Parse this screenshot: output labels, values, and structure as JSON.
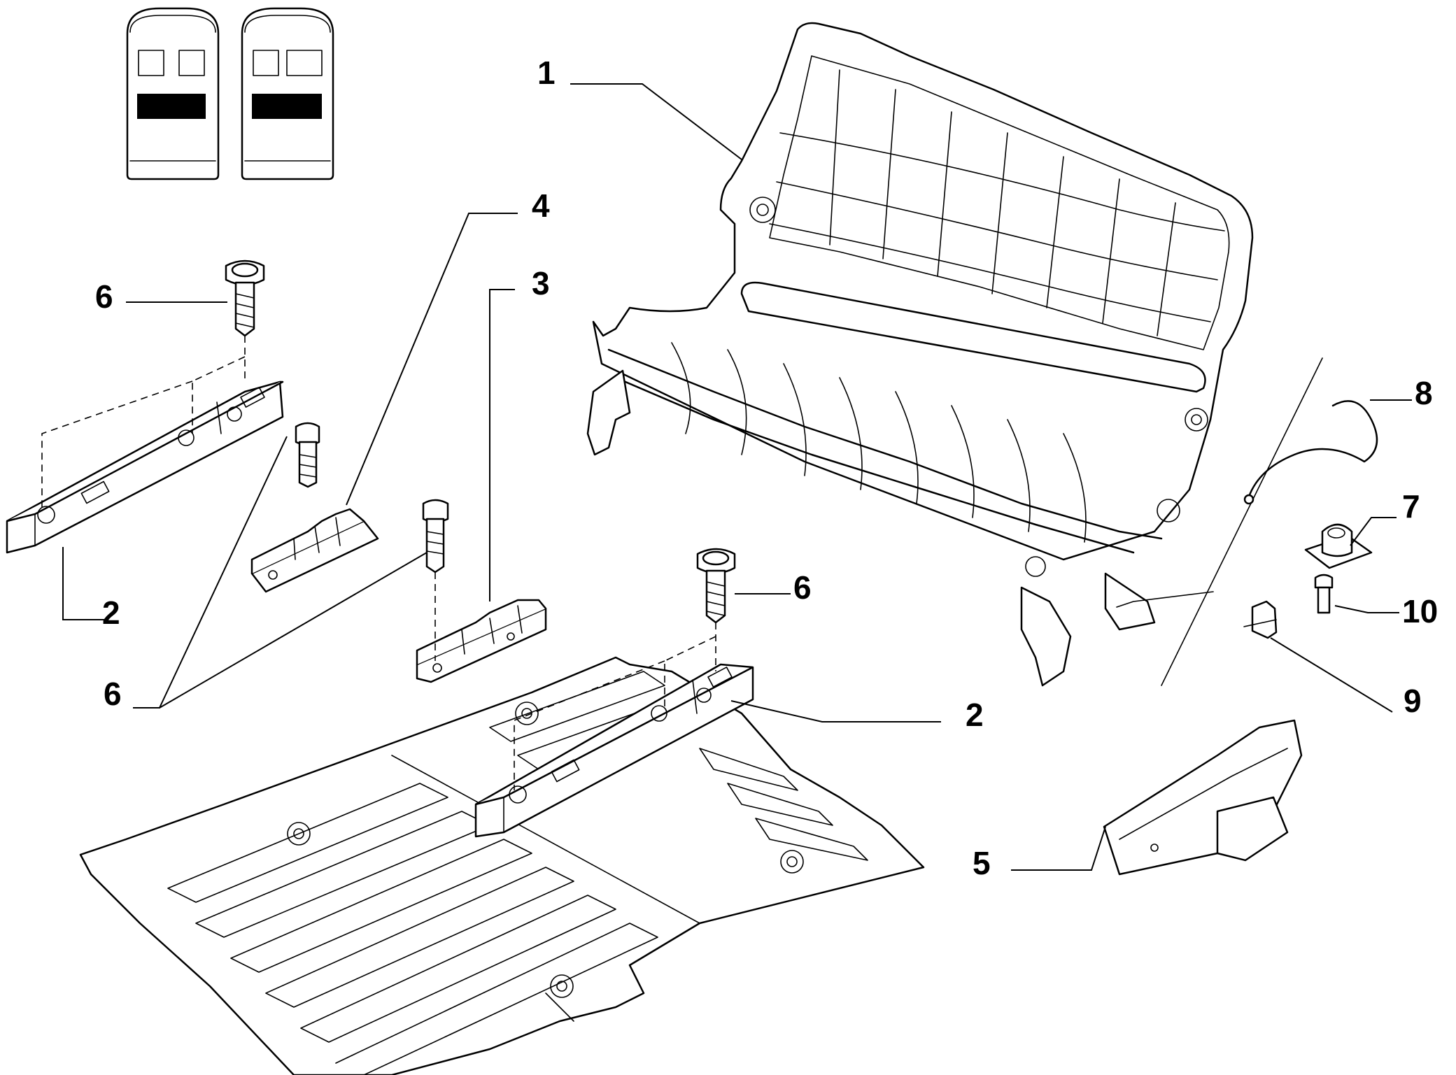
{
  "callouts": [
    {
      "id": "c1",
      "text": "1"
    },
    {
      "id": "c2a",
      "text": "2"
    },
    {
      "id": "c2b",
      "text": "2"
    },
    {
      "id": "c3",
      "text": "3"
    },
    {
      "id": "c4",
      "text": "4"
    },
    {
      "id": "c5",
      "text": "5"
    },
    {
      "id": "c6a",
      "text": "6"
    },
    {
      "id": "c6b",
      "text": "6"
    },
    {
      "id": "c6c",
      "text": "6"
    },
    {
      "id": "c7",
      "text": "7"
    },
    {
      "id": "c8",
      "text": "8"
    },
    {
      "id": "c9",
      "text": "9"
    },
    {
      "id": "c10",
      "text": "10"
    }
  ],
  "icons": {
    "vehicle_a": "van-top-view-icon",
    "vehicle_b": "van-top-view-icon"
  }
}
